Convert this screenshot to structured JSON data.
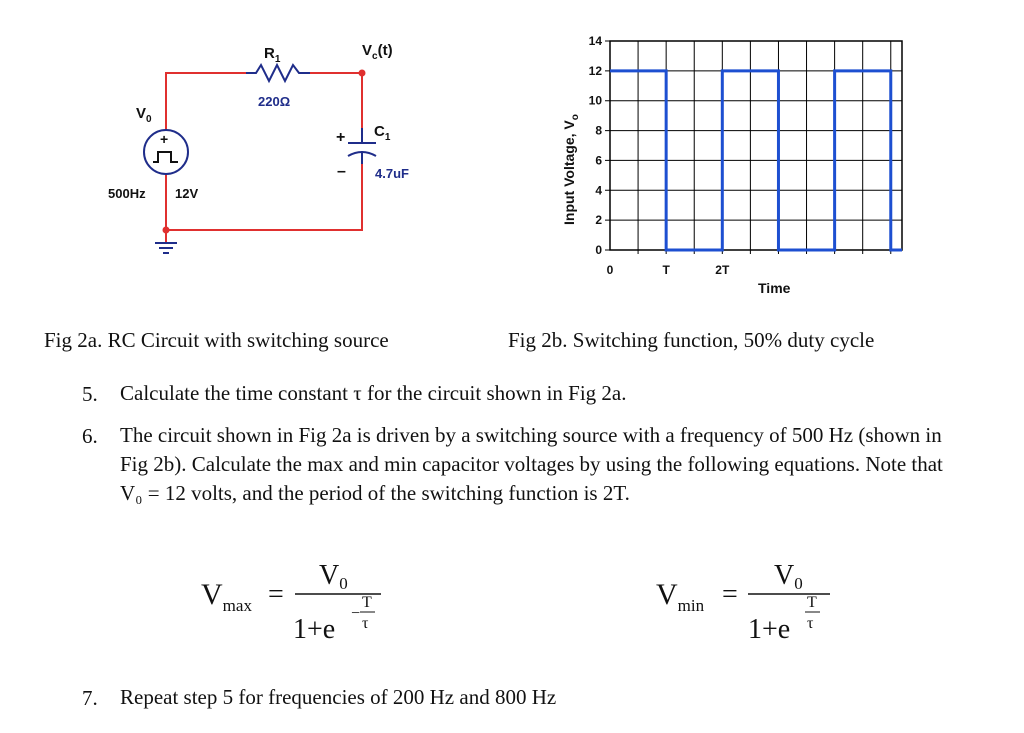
{
  "circuit": {
    "source_name": "V",
    "source_sub": "0",
    "resistor_name": "R",
    "resistor_sub": "1",
    "resistor_value": "220Ω",
    "output_label": "V",
    "output_sub": "c",
    "output_suffix": "(t)",
    "capacitor_name": "C",
    "capacitor_sub": "1",
    "capacitor_value": "4.7uF",
    "frequency": "500Hz",
    "amplitude": "12V",
    "plus_sign": "+",
    "minus_sign": "–",
    "colors": {
      "wire": "#e0302f",
      "component": "#1f2d8a",
      "text": "#111111"
    }
  },
  "chart_data": {
    "type": "line",
    "ylabel": "Input Voltage, V",
    "ylabel_sub": "o",
    "xlabel": "Time",
    "ylim": [
      0,
      14
    ],
    "yticks": [
      "0",
      "2",
      "4",
      "6",
      "8",
      "10",
      "12",
      "14"
    ],
    "xtick_labels": [
      "0",
      "T",
      "2T"
    ],
    "xlim_periods": 5.2,
    "series": [
      {
        "points": [
          [
            0,
            12
          ],
          [
            1,
            12
          ],
          [
            1,
            0
          ],
          [
            2,
            0
          ],
          [
            2,
            12
          ],
          [
            3,
            12
          ],
          [
            3,
            0
          ],
          [
            4,
            0
          ],
          [
            4,
            12
          ],
          [
            5,
            12
          ],
          [
            5,
            0
          ],
          [
            5.2,
            0
          ]
        ]
      }
    ],
    "grid": true,
    "line_color": "#1d4fd1"
  },
  "captions": {
    "fig2a": "Fig 2a. RC Circuit with switching source",
    "fig2b": "Fig 2b. Switching function, 50% duty cycle"
  },
  "questions": [
    {
      "num": "5.",
      "text": "Calculate the time constant τ for the circuit shown in Fig 2a."
    },
    {
      "num": "6.",
      "text": "The circuit shown in Fig 2a is driven by a switching source with a frequency of 500 Hz (shown in Fig 2b). Calculate the max and min capacitor voltages by using the following equations. Note that V₀ = 12 volts, and the period of the switching function is 2T."
    },
    {
      "num": "7.",
      "text": "Repeat step 5 for frequencies of 200 Hz and 800 Hz"
    }
  ],
  "equations": {
    "vmax": {
      "lhs": "V",
      "lhs_sub": "max",
      "num": "V",
      "num_sub": "0",
      "den": "1+e",
      "exp_sign": "−",
      "exp_num": "T",
      "exp_den": "τ"
    },
    "vmin": {
      "lhs": "V",
      "lhs_sub": "min",
      "num": "V",
      "num_sub": "0",
      "den": "1+e",
      "exp_num": "T",
      "exp_den": "τ"
    },
    "equals": "="
  }
}
